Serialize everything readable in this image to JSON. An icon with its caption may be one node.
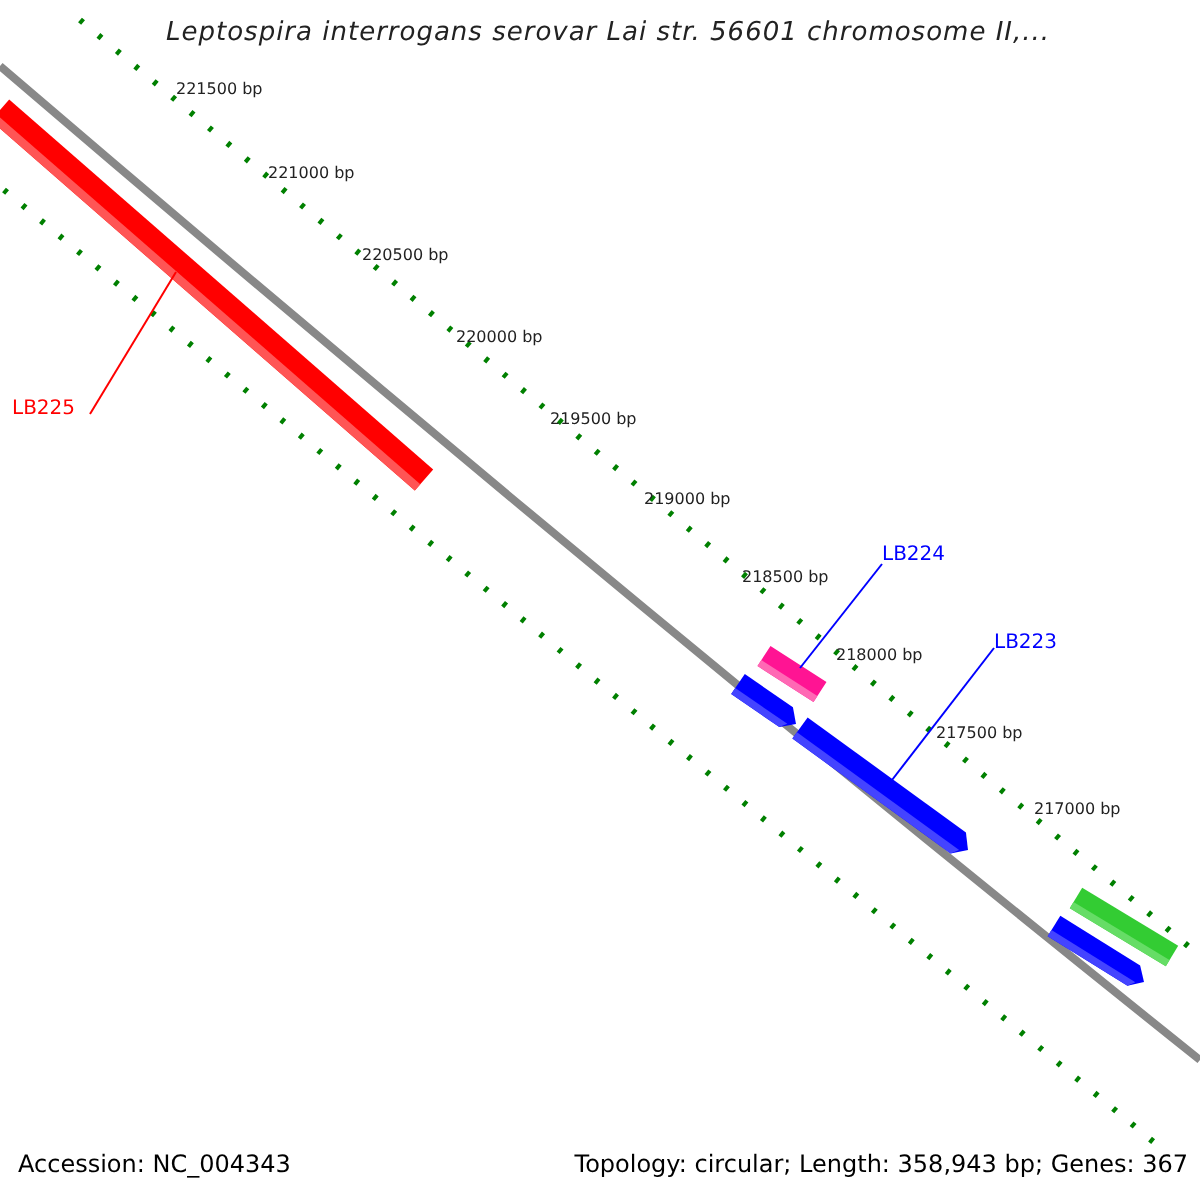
{
  "diagram": {
    "title": "Leptospira interrogans serovar Lai str. 56601 chromosome II,...",
    "nodes": [
      {
        "text": [
          "LB225"
        ]
      },
      {
        "text": [],
        "shape": "bar"
      },
      {
        "text": [
          "LB224"
        ]
      },
      {
        "text": [],
        "shape": "bar"
      },
      {
        "text": [
          "LB223"
        ]
      },
      {
        "text": [],
        "shape": "bar"
      },
      {
        "text": [],
        "shape": "bar"
      },
      {
        "text": [],
        "shape": "bar"
      },
      {
        "text": [],
        "shape": "bar"
      }
    ],
    "edges": [
      {
        "from": 0,
        "to": 1,
        "arrow": "none",
        "color": "#ff0000"
      },
      {
        "from": 2,
        "to": 3,
        "arrow": "none"
      },
      {
        "from": 4,
        "to": 6,
        "arrow": "none"
      }
    ],
    "labels": [
      "221500 bp",
      "221000 bp",
      "220500 bp",
      "220000 bp",
      "219500 bp",
      "219000 bp",
      "218500 bp",
      "218000 bp",
      "217500 bp",
      "217000 bp",
      "Accession: NC_004343",
      "Topology: circular; Length: 358,943 bp; Genes: 367"
    ]
  }
}
